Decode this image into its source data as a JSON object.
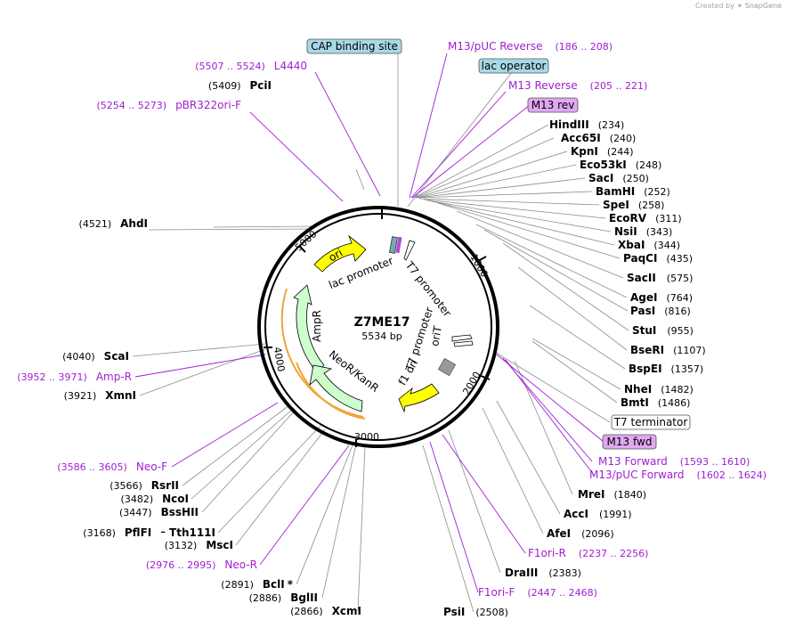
{
  "credit": {
    "text": "Created by",
    "brand": "SnapGene",
    "icon": "snapgene-logo-icon"
  },
  "plasmid": {
    "name": "Z7ME17",
    "size_label": "5534 bp",
    "length": 5534
  },
  "ticks": [
    "1000",
    "2000",
    "3000",
    "4000",
    "5000"
  ],
  "features": [
    {
      "label": "ori",
      "color": "#ffff00"
    },
    {
      "label": "lac promoter",
      "color": "#ffffff"
    },
    {
      "label": "T7 promoter",
      "color": "#ffffff"
    },
    {
      "label": "T7 promoter",
      "color": "#ffffff"
    },
    {
      "label": "oriT",
      "color": "#999999"
    },
    {
      "label": "f1 ori",
      "color": "#ffff00"
    },
    {
      "label": "NeoR/KanR",
      "color": "#ccffcc"
    },
    {
      "label": "AmpR",
      "color": "#ccffcc"
    }
  ],
  "boxed_labels": [
    {
      "text": "CAP binding site",
      "color": "#a7d8e8"
    },
    {
      "text": "lac operator",
      "color": "#a7d8e8"
    },
    {
      "text": "M13 rev",
      "color": "#e0a8f0"
    },
    {
      "text": "T7 terminator",
      "color": "#ffffff"
    },
    {
      "text": "M13 fwd",
      "color": "#e0a8f0"
    }
  ],
  "enzymes_right": [
    {
      "name": "HindIII",
      "pos": "(234)"
    },
    {
      "name": "Acc65I",
      "pos": "(240)"
    },
    {
      "name": "KpnI",
      "pos": "(244)"
    },
    {
      "name": "Eco53kI",
      "pos": "(248)"
    },
    {
      "name": "SacI",
      "pos": "(250)"
    },
    {
      "name": "BamHI",
      "pos": "(252)"
    },
    {
      "name": "SpeI",
      "pos": "(258)"
    },
    {
      "name": "EcoRV",
      "pos": "(311)"
    },
    {
      "name": "NsiI",
      "pos": "(343)"
    },
    {
      "name": "XbaI",
      "pos": "(344)"
    },
    {
      "name": "PaqCI",
      "pos": "(435)"
    },
    {
      "name": "SacII",
      "pos": "(575)"
    },
    {
      "name": "AgeI",
      "pos": "(764)"
    },
    {
      "name": "PasI",
      "pos": "(816)"
    },
    {
      "name": "StuI",
      "pos": "(955)"
    },
    {
      "name": "BseRI",
      "pos": "(1107)"
    },
    {
      "name": "BspEI",
      "pos": "(1357)"
    },
    {
      "name": "NheI",
      "pos": "(1482)"
    },
    {
      "name": "BmtI",
      "pos": "(1486)"
    },
    {
      "name": "MreI",
      "pos": "(1840)"
    },
    {
      "name": "AccI",
      "pos": "(1991)"
    },
    {
      "name": "AfeI",
      "pos": "(2096)"
    },
    {
      "name": "DraIII",
      "pos": "(2383)"
    },
    {
      "name": "PsiI",
      "pos": "(2508)"
    }
  ],
  "enzymes_left": [
    {
      "name": "PciI",
      "pos": "(5409)"
    },
    {
      "name": "AhdI",
      "pos": "(4521)"
    },
    {
      "name": "ScaI",
      "pos": "(4040)"
    },
    {
      "name": "XmnI",
      "pos": "(3921)"
    },
    {
      "name": "RsrII",
      "pos": "(3566)"
    },
    {
      "name": "NcoI",
      "pos": "(3482)"
    },
    {
      "name": "BssHII",
      "pos": "(3447)"
    },
    {
      "name": "PflFI",
      "pos": "(3168)",
      "separator": "-",
      "name2": "Tth111I"
    },
    {
      "name": "MscI",
      "pos": "(3132)"
    },
    {
      "name": "BclI",
      "pos": "(2891)",
      "star": "*"
    },
    {
      "name": "BglII",
      "pos": "(2886)"
    },
    {
      "name": "XcmI",
      "pos": "(2866)"
    }
  ],
  "primers": [
    {
      "name": "M13/pUC Reverse",
      "range": "(186 .. 208)"
    },
    {
      "name": "M13 Reverse",
      "range": "(205 .. 221)"
    },
    {
      "name": "L4440",
      "range": "(5507 .. 5524)"
    },
    {
      "name": "pBR322ori-F",
      "range": "(5254 .. 5273)"
    },
    {
      "name": "Amp-R",
      "range": "(3952 .. 3971)"
    },
    {
      "name": "Neo-F",
      "range": "(3586 .. 3605)"
    },
    {
      "name": "Neo-R",
      "range": "(2976 .. 2995)"
    },
    {
      "name": "M13 Forward",
      "range": "(1593 .. 1610)"
    },
    {
      "name": "M13/pUC Forward",
      "range": "(1602 .. 1624)"
    },
    {
      "name": "F1ori-R",
      "range": "(2237 .. 2256)"
    },
    {
      "name": "F1ori-F",
      "range": "(2447 .. 2468)"
    }
  ],
  "colors": {
    "primer": "#a020d0",
    "leader": "#8c8c8c",
    "backbone": "#000000",
    "orange": "#f2a23a"
  }
}
